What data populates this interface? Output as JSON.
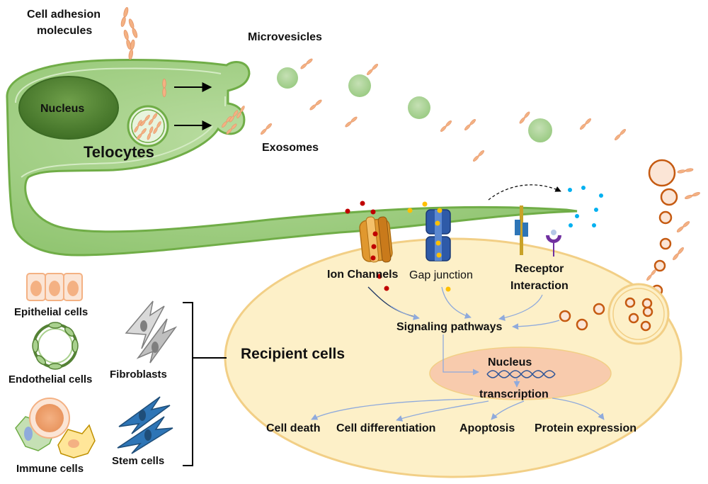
{
  "labels": {
    "cell_adhesion_line1": "Cell adhesion",
    "cell_adhesion_line2": "molecules",
    "microvesicles": "Microvesicles",
    "nucleus_telocyte": "Nucleus",
    "telocytes": "Telocytes",
    "exosomes": "Exosomes",
    "ion_channels": "Ion Channels",
    "gap_junction": "Gap junction",
    "receptor_line1": "Receptor",
    "receptor_line2": "Interaction",
    "signaling_pathways": "Signaling pathways",
    "recipient_cells": "Recipient cells",
    "nucleus_recipient": "Nucleus",
    "transcription": "transcription",
    "epithelial_cells": "Epithelial cells",
    "endothelial_cells": "Endothelial cells",
    "fibroblasts": "Fibroblasts",
    "immune_cells": "Immune cells",
    "stem_cells": "Stem cells"
  },
  "outcomes": [
    "Cell death",
    "Cell differentiation",
    "Apoptosis",
    "Protein expression"
  ],
  "colors": {
    "telocyte_fill": "#a9d18e",
    "telocyte_stroke": "#70ad47",
    "nucleus_fill": "#548235",
    "recipient_fill": "#fdf0c8",
    "recipient_stroke": "#f2cf86",
    "molecule": "#f4b183",
    "vesicle_ring": "#c55a11",
    "microvesicle": "#a9d18e",
    "arrow_blue": "#8faadc"
  }
}
